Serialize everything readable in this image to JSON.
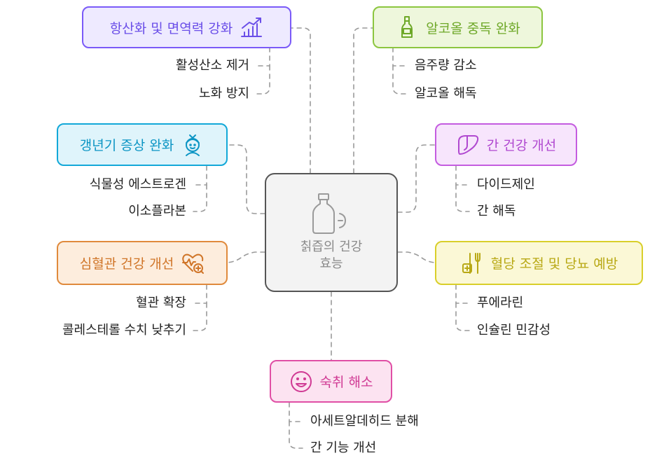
{
  "center": {
    "title_line1": "칡즙의 건강",
    "title_line2": "효능"
  },
  "antioxidant": {
    "title": "항산화 및 면역력 강화",
    "items": [
      "활성산소 제거",
      "노화 방지"
    ],
    "color": "#7a5af8"
  },
  "menopause": {
    "title": "갱년기 증상 완화",
    "items": [
      "식물성 에스트로겐",
      "이소플라본"
    ],
    "color": "#12a8d8"
  },
  "cardio": {
    "title": "심혈관 건강 개선",
    "items": [
      "혈관 확장",
      "콜레스테롤 수치 낮추기"
    ],
    "color": "#e08a3c"
  },
  "alcohol": {
    "title": "알코올 중독 완화",
    "items": [
      "음주량 감소",
      "알코올 해독"
    ],
    "color": "#8cc63f"
  },
  "liver": {
    "title": "간 건강 개선",
    "items": [
      "다이드제인",
      "간 해독"
    ],
    "color": "#c45ce0"
  },
  "bloodsugar": {
    "title": "혈당 조절 및 당뇨 예방",
    "items": [
      "푸에라린",
      "인슐린 민감성"
    ],
    "color": "#d9cf2a"
  },
  "hangover": {
    "title": "숙취 해소",
    "items": [
      "아세트알데히드 분해",
      "간 기능 개선"
    ],
    "color": "#e04fa5"
  }
}
